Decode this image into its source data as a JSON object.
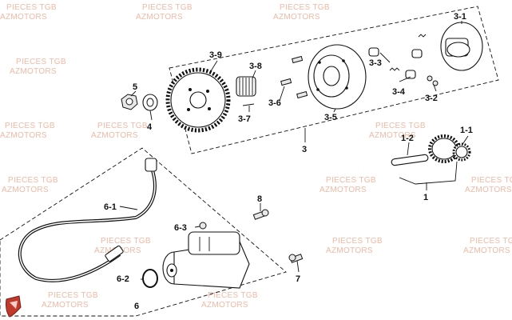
{
  "watermark": {
    "line1": "PIECES TGB",
    "line2": "AZMOTORS"
  },
  "labels": {
    "p1": "1",
    "p1_1": "1-1",
    "p1_2": "1-2",
    "p3": "3",
    "p3_1": "3-1",
    "p3_2": "3-2",
    "p3_3": "3-3",
    "p3_4": "3-4",
    "p3_5": "3-5",
    "p3_6": "3-6",
    "p3_7": "3-7",
    "p3_8": "3-8",
    "p3_9": "3-9",
    "p4": "4",
    "p5": "5",
    "p6": "6",
    "p6_1": "6-1",
    "p6_2": "6-2",
    "p6_3": "6-3",
    "p7": "7",
    "p8": "8"
  },
  "colors": {
    "watermark": "#f0b9a4",
    "logo": "#c0392b",
    "line": "#111111"
  }
}
